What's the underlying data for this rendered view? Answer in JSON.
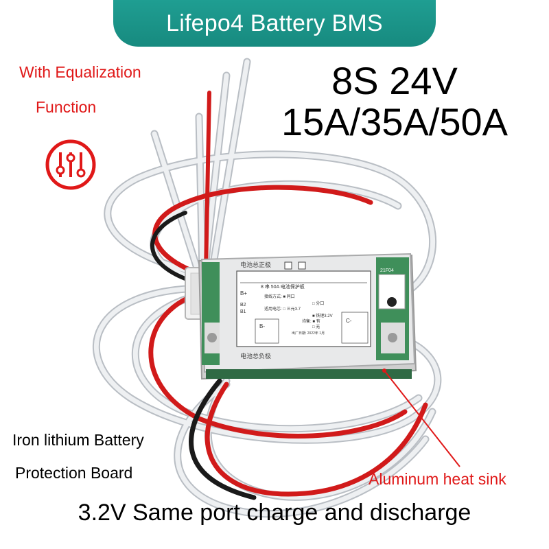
{
  "banner": {
    "title": "Lifepo4 Battery BMS"
  },
  "feature": {
    "line1": "With Equalization",
    "line2": "Function",
    "icon": "equalizer-icon"
  },
  "specs": {
    "config": "8S 24V",
    "currents": "15A/35A/50A"
  },
  "description": {
    "line1": "Iron lithium Battery",
    "line2": "Protection Board"
  },
  "callout": {
    "label": "Aluminum heat sink"
  },
  "footer": {
    "text": "3.2V Same port charge and discharge"
  },
  "board": {
    "label_top": "电池总正极",
    "label_bottom": "电池总负极",
    "panel_title": "8 串 50A 电池保护板",
    "row1": "接线方式: ■ 同口",
    "row2": "□ 分口",
    "row3": "适用电芯: □ 三元3.7",
    "row4": "■ 铁锂3.2V",
    "row5": "均衡: ■ 有",
    "row6": "□ 无",
    "factory": "出厂日期: 2022年 1月",
    "b_plus": "B+",
    "b_minus": "B-",
    "c_minus": "C-",
    "b1": "B1",
    "b2": "B2",
    "chip_code": "21F04"
  },
  "colors": {
    "banner": "#1f9e92",
    "accent_red": "#e01818",
    "wire_red": "#d11a1a"
  }
}
